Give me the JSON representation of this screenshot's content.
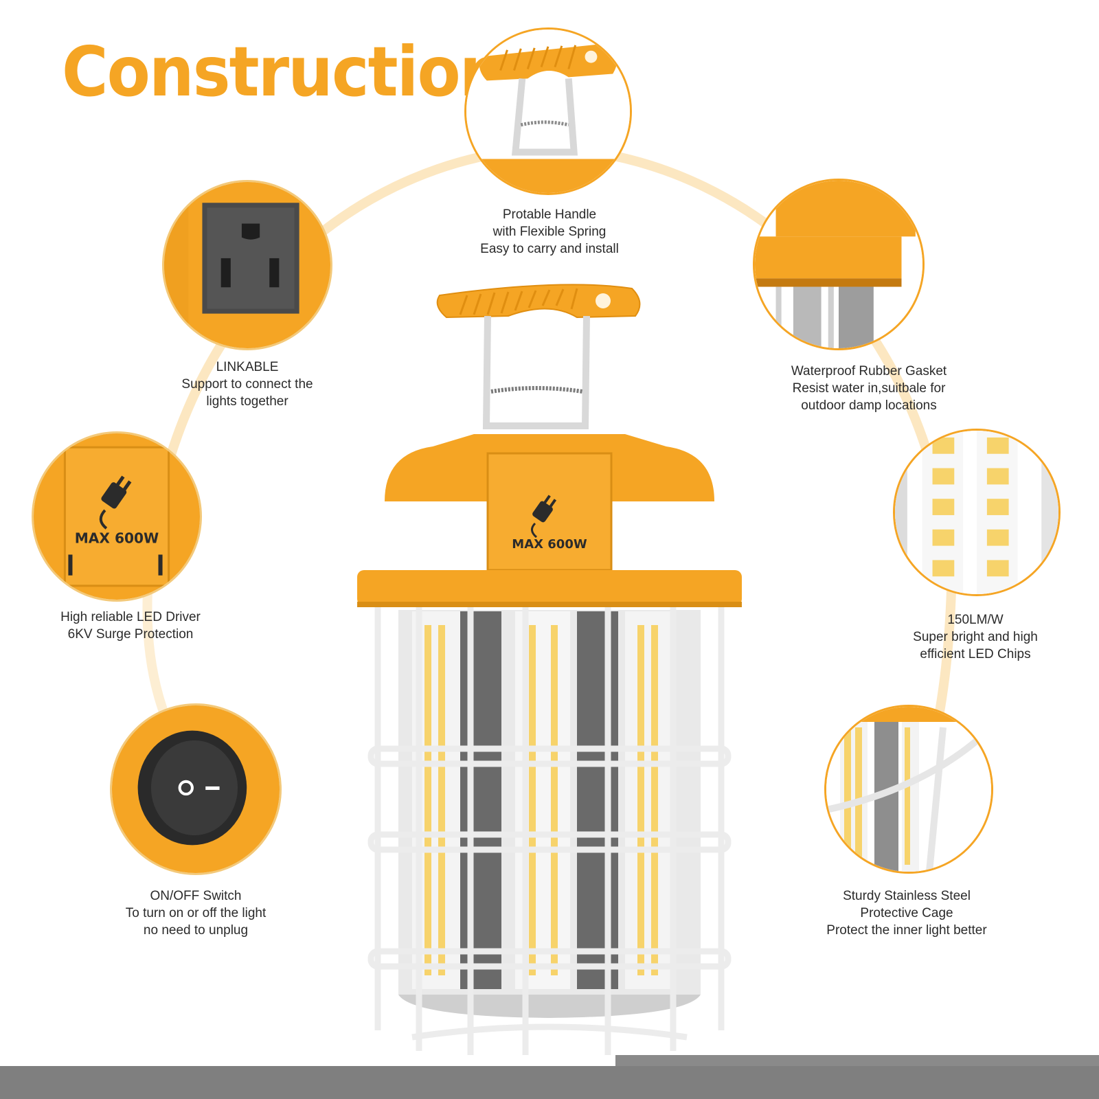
{
  "title": "Construction",
  "colors": {
    "accent": "#f5a524",
    "arc": "#fbe3b6",
    "footer": "#7f7f7f"
  },
  "features": {
    "handle": {
      "icon": "handle-icon",
      "lines": [
        "Protable Handle",
        "with Flexible Spring",
        "Easy to carry and install"
      ]
    },
    "linkable": {
      "icon": "outlet-icon",
      "lines": [
        "LINKABLE",
        "Support to connect the",
        "lights together"
      ]
    },
    "gasket": {
      "icon": "gasket-icon",
      "lines": [
        "Waterproof Rubber Gasket",
        "Resist water in,suitbale for",
        "outdoor damp locations"
      ]
    },
    "driver": {
      "icon": "plug-icon",
      "badge": "MAX 600W",
      "lines": [
        "High reliable LED Driver",
        "6KV Surge Protection"
      ]
    },
    "chips": {
      "icon": "led-chips-icon",
      "lines": [
        "150LM/W",
        "Super bright and high",
        "efficient LED Chips"
      ]
    },
    "switch": {
      "icon": "rocker-switch-icon",
      "lines": [
        "ON/OFF Switch",
        "To turn on or off the light",
        "no need to unplug"
      ]
    },
    "cage": {
      "icon": "cage-icon",
      "lines": [
        "Sturdy Stainless Steel",
        "Protective Cage",
        "Protect the inner light better"
      ]
    }
  },
  "lamp": {
    "badge": "MAX 600W"
  }
}
